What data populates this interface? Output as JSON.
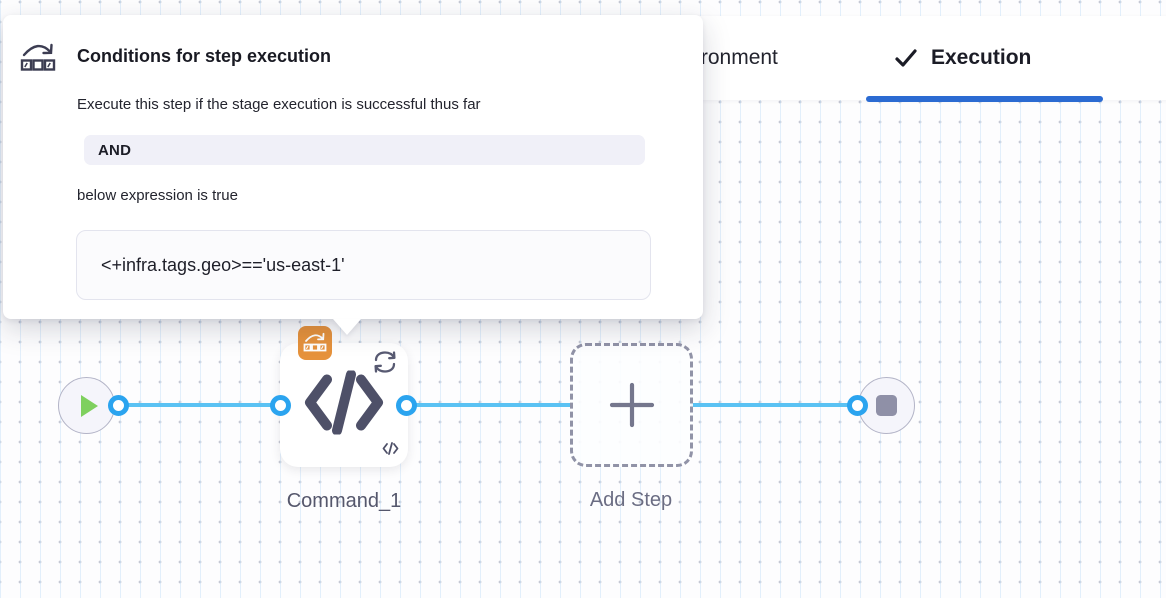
{
  "popover": {
    "title": "Conditions for step execution",
    "description": "Execute this step if the stage execution is successful thus far",
    "operator": "AND",
    "expression_label": "below expression is true",
    "expression": "<+infra.tags.geo>=='us-east-1'"
  },
  "tabs": {
    "environment_label": "Environment",
    "execution_label": "Execution"
  },
  "pipeline": {
    "command_step_label": "Command_1",
    "add_step_label": "Add Step"
  },
  "colors": {
    "tab_underline_blue": "#2b6bd2",
    "edge_blue": "#5bc2f3",
    "port_ring_blue": "#2ba4ef",
    "badge_orange": "#e6923c",
    "play_green": "#7ed05e",
    "icon_slate": "#4e5068",
    "node_fill_lavender": "#f5f5fb"
  },
  "icons": {
    "popover_icon": "conditional-execution-icon",
    "badge_icon": "conditional-execution-icon",
    "tab_icon": "check-icon",
    "step_icon": "code-icon",
    "loop_icon": "looping-strategy-icon"
  }
}
